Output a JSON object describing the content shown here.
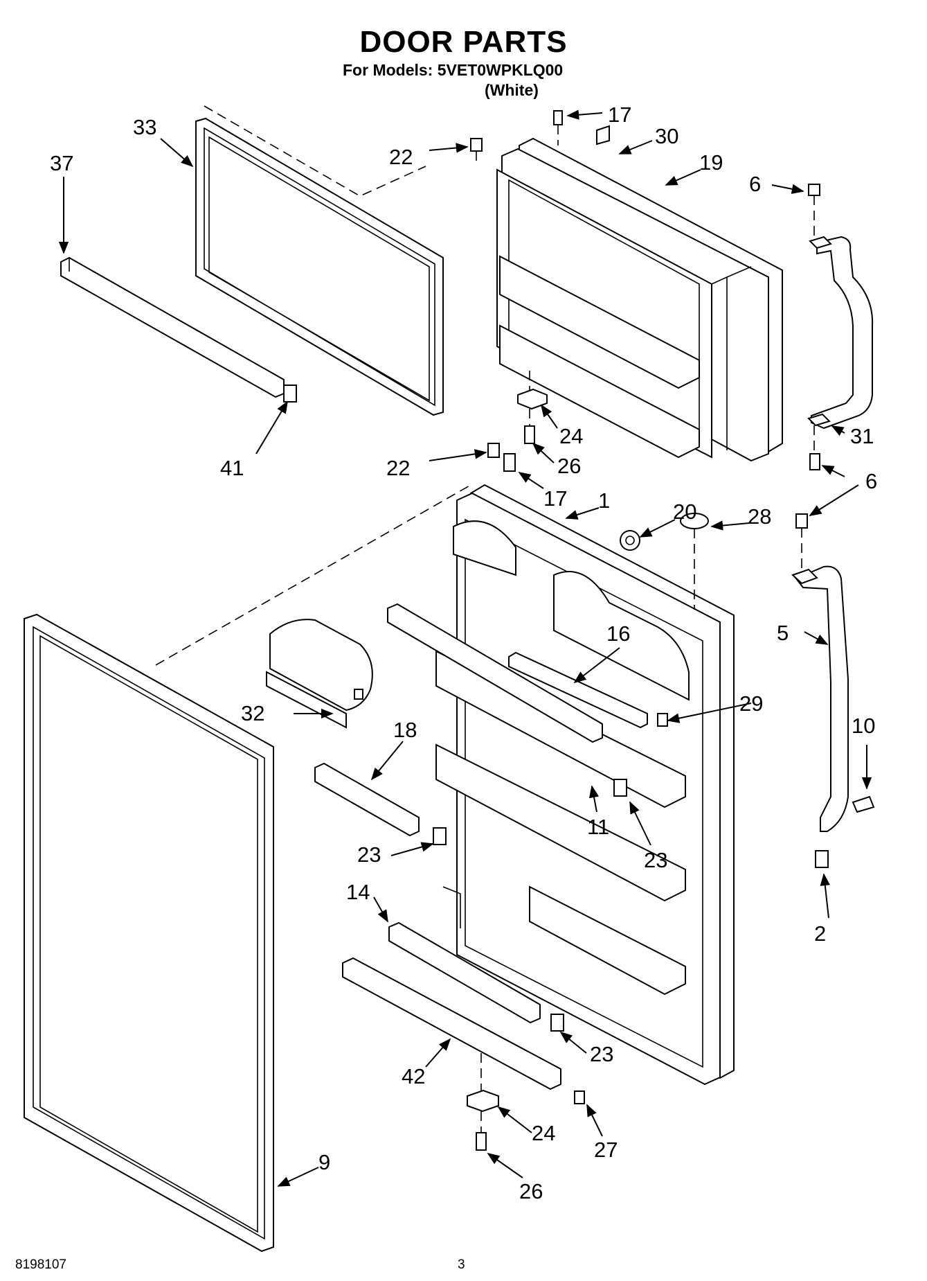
{
  "header": {
    "title": "DOOR PARTS",
    "models_line": "For Models: 5VET0WPKLQ00",
    "color_note": "(White)"
  },
  "footer": {
    "doc_number": "8198107",
    "page_number": "3"
  },
  "part_callouts": [
    "1",
    "2",
    "5",
    "6",
    "9",
    "10",
    "11",
    "14",
    "16",
    "17",
    "18",
    "19",
    "20",
    "22",
    "23",
    "24",
    "26",
    "27",
    "28",
    "29",
    "30",
    "31",
    "32",
    "33",
    "37",
    "41",
    "42"
  ]
}
